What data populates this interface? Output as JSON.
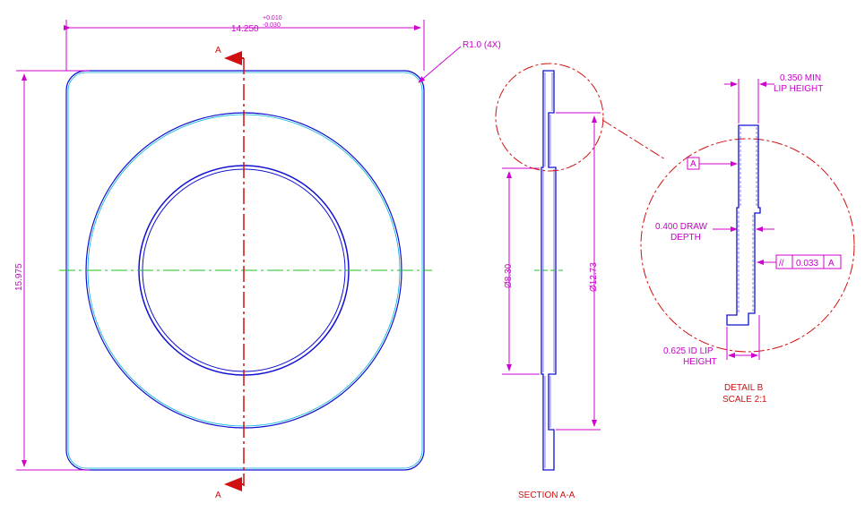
{
  "colors": {
    "outline": "#1a1ad0",
    "outline_cyan": "#00b0e0",
    "dimension": "#d000d0",
    "section": "#d01010",
    "centerline": "#20c020"
  },
  "plan": {
    "width_dim": "14.250",
    "tol_plus": "+0.010",
    "tol_minus": "-0.030",
    "height_dim": "15.975",
    "radius_note": "R1.0 (4X)",
    "section_letter_top": "A",
    "section_letter_bottom": "A"
  },
  "section": {
    "inner_dia": "Ø8.30",
    "outer_dia": "Ø12.73",
    "title": "SECTION A-A"
  },
  "detail": {
    "lip_height_line1": "0.350 MIN",
    "lip_height_line2": "LIP HEIGHT",
    "datum_label": "A",
    "draw_depth_line1": "0.400 DRAW",
    "draw_depth_line2": "DEPTH",
    "parallel_symbol": "//",
    "parallel_value": "0.033",
    "parallel_datum": "A",
    "id_lip_line1": "0.625 ID LIP",
    "id_lip_line2": "HEIGHT",
    "title": "DETAIL B",
    "scale": "SCALE 2:1"
  }
}
